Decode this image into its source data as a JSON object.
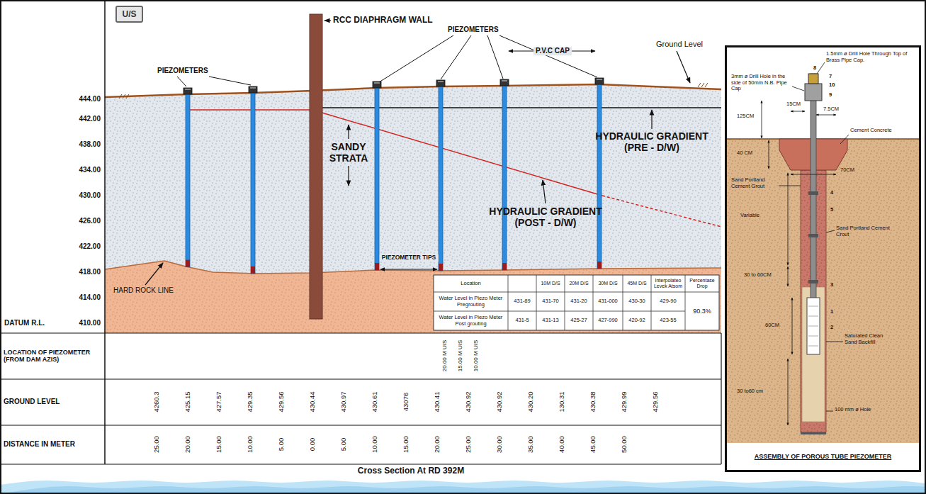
{
  "diagram": {
    "caption": "Cross Section At RD 392M",
    "nodes": [
      {
        "text": [
          "U/S"
        ]
      },
      {
        "text": [
          "ASSEMBLY OF POROUS TUBE PIEZOMETER"
        ]
      }
    ],
    "labels": [
      "RCC DIAPHRAGM WALL",
      "PIEZOMETERS",
      "PIEZOMETERS",
      "P.V.C CAP",
      "Ground Level",
      "444.00",
      "442.00",
      "438.00",
      "434.00",
      "430.00",
      "426.00",
      "422.00",
      "418.00",
      "414.00",
      "DATUM R.L.",
      "410.00",
      "SANDY STRATA",
      "HYDRAULIC GRADIENT (PRE - D/W)",
      "HYDRAULIC GRADIENT (POST - D/W)",
      "PIEZOMETER TIPS",
      "HARD ROCK LINE",
      "Location",
      "10M D/S",
      "20M D/S",
      "30M D/S",
      "45M D/S",
      "Interpolateo Levek Atsom",
      "Percentase Drop",
      "Water Level in Piezo Meter Pregrouting",
      "431-89",
      "431-70",
      "431-20",
      "431-000",
      "430-30",
      "429-90",
      "90.3%",
      "Water Level in Piezo Meter Post grouting",
      "431-5",
      "431-13",
      "425-27",
      "427-990",
      "420-92",
      "423-55",
      "LOCATION OF PIEZOMETER (FROM DAM AZIS)",
      "20.00 M U/S",
      "15.00 M U/S",
      "10.00 M U/S",
      "GROUND LEVEL",
      "4260.3",
      "425.15",
      "427.57",
      "429.35",
      "429.56",
      "430.44",
      "430.97",
      "430.61",
      "43076",
      "430.41",
      "430.92",
      "430.92",
      "430.20",
      "130.31",
      "430.38",
      "429.99",
      "429.56",
      "DISTANCE IN METER",
      "25.00",
      "20.00",
      "15.00",
      "10.00",
      "5.00",
      "0.00",
      "5.00",
      "10.00",
      "15.00",
      "20.00",
      "25.00",
      "30.00",
      "35.00",
      "40.00",
      "45.00",
      "50.00",
      "1.5mm ø Drill Hole Through Top of Brass Pipe Cap.",
      "3mm ø Drill Hole in the side of 50mm N.B. Pipe Cap",
      "8",
      "7",
      "10",
      "9",
      "15CM",
      "7.5CM",
      "125CM",
      "Cement Concrete",
      "40 CM",
      "70CM",
      "Sand Portland Cement Grout",
      "4",
      "5",
      "Variable",
      "Sand Portland Cement Crout",
      "30 to 60CM",
      "3",
      "1",
      "60CM",
      "2",
      "Saturated Clean Sand Backfill",
      "30 to60 cm",
      "100 mm ø Hole"
    ]
  }
}
